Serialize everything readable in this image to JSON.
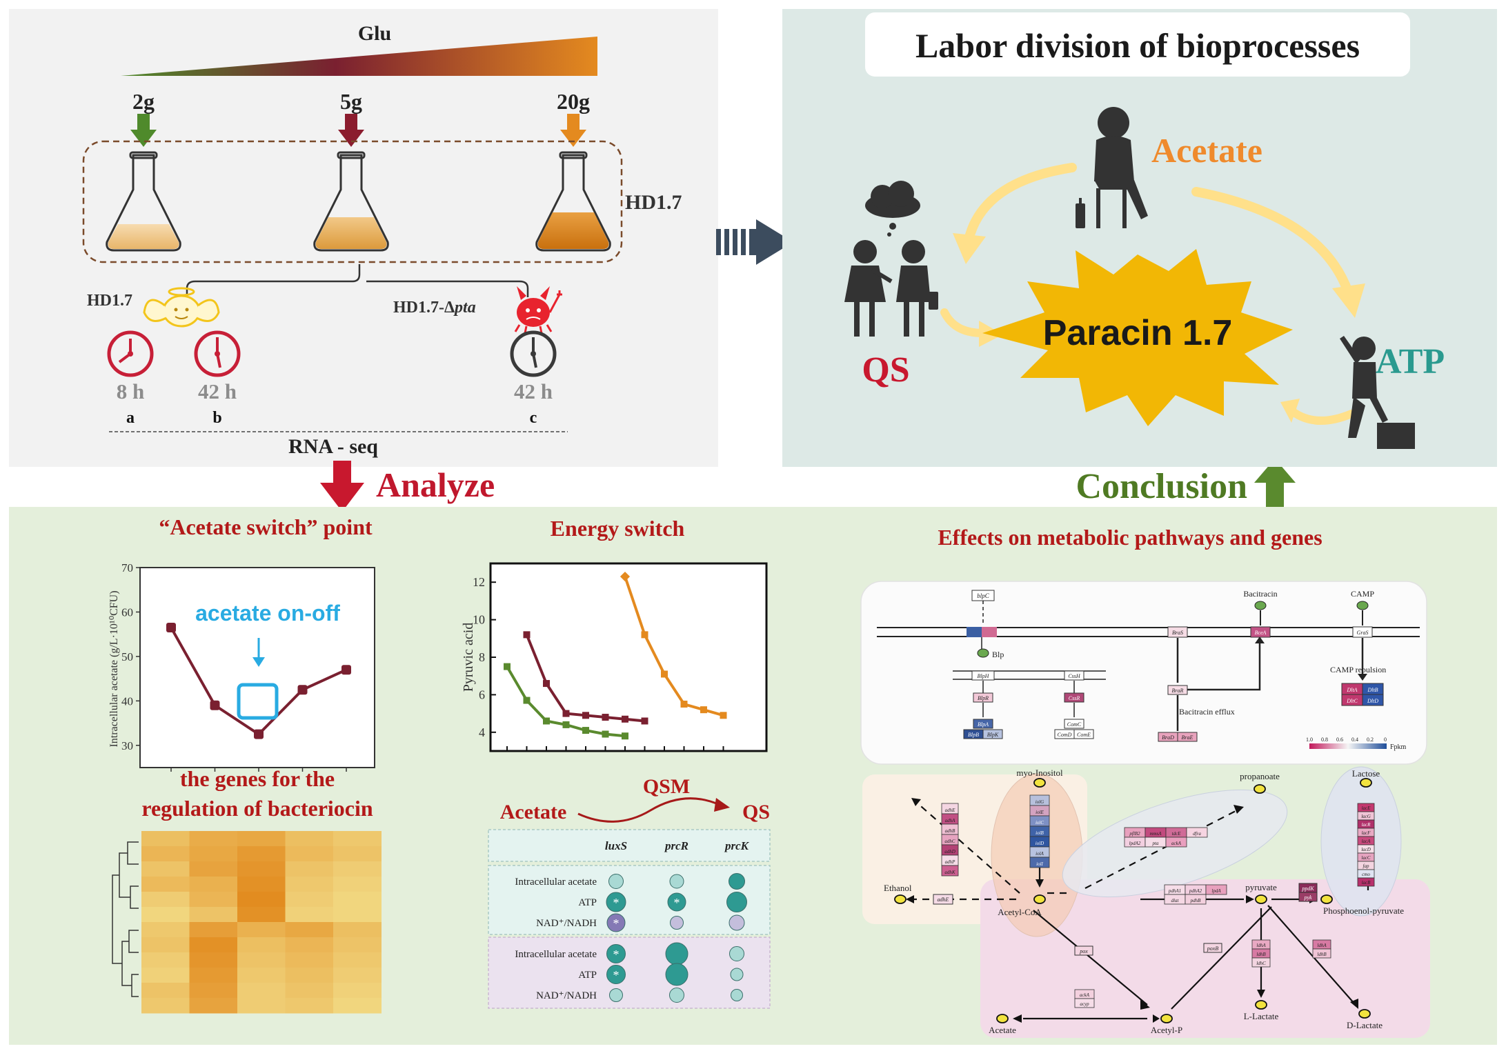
{
  "colors": {
    "green": "#4f8a2b",
    "maroon": "#7a2030",
    "orange": "#e48a1f",
    "red": "#b8182c",
    "teal": "#2a9a8f",
    "blue_text": "#29abe2",
    "dark": "#333333",
    "heading_red": "#a31515",
    "conclusion_green": "#4f7a23",
    "burst": "#f2b705"
  },
  "experiment": {
    "gradient_label": "Glu",
    "doses": [
      "2g",
      "5g",
      "20g"
    ],
    "strain_label": "HD1.7",
    "wild_label": "HD1.7",
    "mutant_label": "HD1.7-Δ",
    "mutant_gene": "pta",
    "times": [
      "8 h",
      "42 h",
      "42 h"
    ],
    "sample_ids": [
      "a",
      "b",
      "c"
    ],
    "method_label": "RNA - seq",
    "analyze_label": "Analyze"
  },
  "labor": {
    "title": "Labor division of bioprocesses",
    "acetate": "Acetate",
    "qs": "QS",
    "atp": "ATP",
    "center": "Paracin 1.7",
    "conclusion": "Conclusion"
  },
  "acetate_switch": {
    "title": "“Acetate switch” point",
    "annotation": "acetate on-off",
    "ylabel": "Intracellular acetate (g/L·10¹⁰CFU)",
    "yticks": [
      "30",
      "40",
      "50",
      "60",
      "70"
    ]
  },
  "energy": {
    "title": "Energy switch",
    "ylabel": "Pyruvic acid",
    "yticks": [
      "4",
      "6",
      "8",
      "10",
      "12"
    ]
  },
  "chart_data": [
    {
      "type": "line",
      "title": "“Acetate switch” point",
      "ylabel": "Intracellular acetate (g/L·10¹⁰CFU)",
      "ylim": [
        25,
        70
      ],
      "x": [
        1,
        2,
        3,
        4,
        5
      ],
      "series": [
        {
          "values": [
            56.5,
            39,
            32.5,
            42.5,
            47
          ]
        }
      ],
      "annotation": "acetate on-off"
    },
    {
      "type": "line",
      "title": "Energy switch",
      "ylabel": "Pyruvic acid",
      "ylim": [
        3,
        13
      ],
      "series": [
        {
          "color": "#5a8a2e",
          "x": [
            1,
            2,
            3,
            4,
            5,
            6,
            7
          ],
          "values": [
            7.5,
            5.7,
            4.6,
            4.4,
            4.1,
            3.9,
            3.8
          ]
        },
        {
          "color": "#7a2030",
          "x": [
            2,
            3,
            4,
            5,
            6,
            7,
            8
          ],
          "values": [
            9.2,
            6.6,
            5.0,
            4.9,
            4.8,
            4.7,
            4.6
          ]
        },
        {
          "color": "#e48a1f",
          "x": [
            7,
            8,
            9,
            10,
            11,
            12
          ],
          "values": [
            12.3,
            9.2,
            7.1,
            5.5,
            5.2,
            4.9
          ]
        }
      ]
    },
    {
      "type": "heatmap",
      "title": "the genes for the regulation of bacteriocin",
      "rows": 12,
      "columns": 5,
      "values": [
        [
          0.45,
          0.65,
          0.7,
          0.45,
          0.35
        ],
        [
          0.55,
          0.7,
          0.85,
          0.5,
          0.4
        ],
        [
          0.4,
          0.75,
          0.9,
          0.4,
          0.3
        ],
        [
          0.5,
          0.6,
          0.95,
          0.35,
          0.25
        ],
        [
          0.3,
          0.55,
          1.0,
          0.3,
          0.2
        ],
        [
          0.2,
          0.4,
          0.95,
          0.25,
          0.2
        ],
        [
          0.35,
          0.8,
          0.6,
          0.7,
          0.45
        ],
        [
          0.4,
          0.95,
          0.45,
          0.55,
          0.4
        ],
        [
          0.3,
          0.9,
          0.4,
          0.5,
          0.35
        ],
        [
          0.25,
          0.85,
          0.35,
          0.45,
          0.3
        ],
        [
          0.4,
          0.8,
          0.3,
          0.4,
          0.25
        ],
        [
          0.35,
          0.75,
          0.3,
          0.35,
          0.2
        ]
      ]
    },
    {
      "type": "table",
      "title": "QSM",
      "columns": [
        "luxS",
        "prcR",
        "prcK"
      ],
      "groups": [
        {
          "rows": [
            {
              "label": "Intracellular acetate",
              "cells": [
                {
                  "size": 0.45,
                  "star": false
                },
                {
                  "size": 0.4,
                  "star": false
                },
                {
                  "size": 0.55,
                  "star": false
                }
              ]
            },
            {
              "label": "ATP",
              "cells": [
                {
                  "size": 0.8,
                  "star": true
                },
                {
                  "size": 0.7,
                  "star": true
                },
                {
                  "size": 0.85,
                  "star": false
                }
              ]
            },
            {
              "label": "NAD⁺/NADH",
              "cells": [
                {
                  "size": 0.7,
                  "star": true
                },
                {
                  "size": 0.35,
                  "star": false
                },
                {
                  "size": 0.5,
                  "star": false
                }
              ]
            }
          ]
        },
        {
          "rows": [
            {
              "label": "Intracellular acetate",
              "cells": [
                {
                  "size": 0.75,
                  "star": true
                },
                {
                  "size": 1.0,
                  "star": false
                },
                {
                  "size": 0.45,
                  "star": false
                }
              ]
            },
            {
              "label": "ATP",
              "cells": [
                {
                  "size": 0.75,
                  "star": true
                },
                {
                  "size": 1.0,
                  "star": false
                },
                {
                  "size": 0.3,
                  "star": false
                }
              ]
            },
            {
              "label": "NAD⁺/NADH",
              "cells": [
                {
                  "size": 0.35,
                  "star": false
                },
                {
                  "size": 0.45,
                  "star": false
                },
                {
                  "size": 0.25,
                  "star": false
                }
              ]
            }
          ]
        }
      ]
    }
  ],
  "heatmap_title": [
    "the genes for the",
    "regulation of bacteriocin"
  ],
  "qsm": {
    "left": "Acetate",
    "middle": "QSM",
    "right": "QS",
    "columns": [
      "luxS",
      "prcR",
      "prcK"
    ],
    "row_labels": [
      "Intracellular acetate",
      "ATP",
      "NAD⁺/NADH"
    ]
  },
  "pathways": {
    "title": "Effects on metabolic pathways and genes",
    "top_labels": {
      "blpc": "blpC",
      "bacitracin": "Bacitracin",
      "camp": "CAMP",
      "blp": "Blp",
      "blph": "BlpH",
      "cssh": "CssH",
      "blpr": "BlpR",
      "cssr": "CssR",
      "blpa": "BlpA",
      "blpb": "BlpB",
      "blpk": "BlpK",
      "comc": "ComC",
      "comd": "ComD",
      "come": "ComE",
      "bras": "BraS",
      "brar": "BraR",
      "brad": "BraD",
      "brae": "BraE",
      "bcea": "BceA",
      "gras": "GraS",
      "efflux": "Bacitracin efflux",
      "camp_rep": "CAMP repulsion",
      "dlta": "DltA",
      "dltb": "DltB",
      "dltc": "DltC",
      "dltd": "DltD",
      "legend_ticks": [
        "1.0",
        "0.8",
        "0.6",
        "0.4",
        "0.2",
        "0"
      ],
      "legend_unit": "Fpkm"
    },
    "nodes": {
      "myo": "myo-Inositol",
      "propanoate": "propanoate",
      "lactose": "Lactose",
      "ethanol": "Ethanol",
      "acetyl_coa": "Acetyl-CoA",
      "pyruvate": "pyruvate",
      "pep": "Phosphoenol-pyruvate",
      "acetate": "Acetate",
      "acetyl_p": "Acetyl-P",
      "llac": "L-Lactate",
      "dlac": "D-Lactate"
    },
    "genes": {
      "iol": [
        "iolG",
        "iolE",
        "iolC",
        "iolB",
        "iolD",
        "iolA",
        "iolI"
      ],
      "adh_left": [
        "adhE",
        "adhA",
        "adhB",
        "adhC",
        "adhD",
        "adhP",
        "adhK"
      ],
      "adh": "adhE",
      "prp": [
        "pflB2",
        "mmsA",
        "tdcE",
        "dfra",
        "lpdA2",
        "pta",
        "ackA"
      ],
      "pdh": [
        "pdhA1",
        "pdhA2",
        "lpdA",
        "dlat",
        "pdhB"
      ],
      "lac": [
        "lacE",
        "lacG",
        "lacR",
        "lacF",
        "lacA",
        "lacD",
        "lacC",
        "fap",
        "cmo",
        "lacB"
      ],
      "ppdk": "ppdK",
      "pyk": "pyk",
      "poxB": "poxB",
      "pox": "pox",
      "ldh": [
        "ldhA",
        "ldhB",
        "ldhC"
      ],
      "dldh": [
        "ldhA",
        "ldhB"
      ],
      "ack": [
        "ackA",
        "acyp"
      ]
    }
  }
}
